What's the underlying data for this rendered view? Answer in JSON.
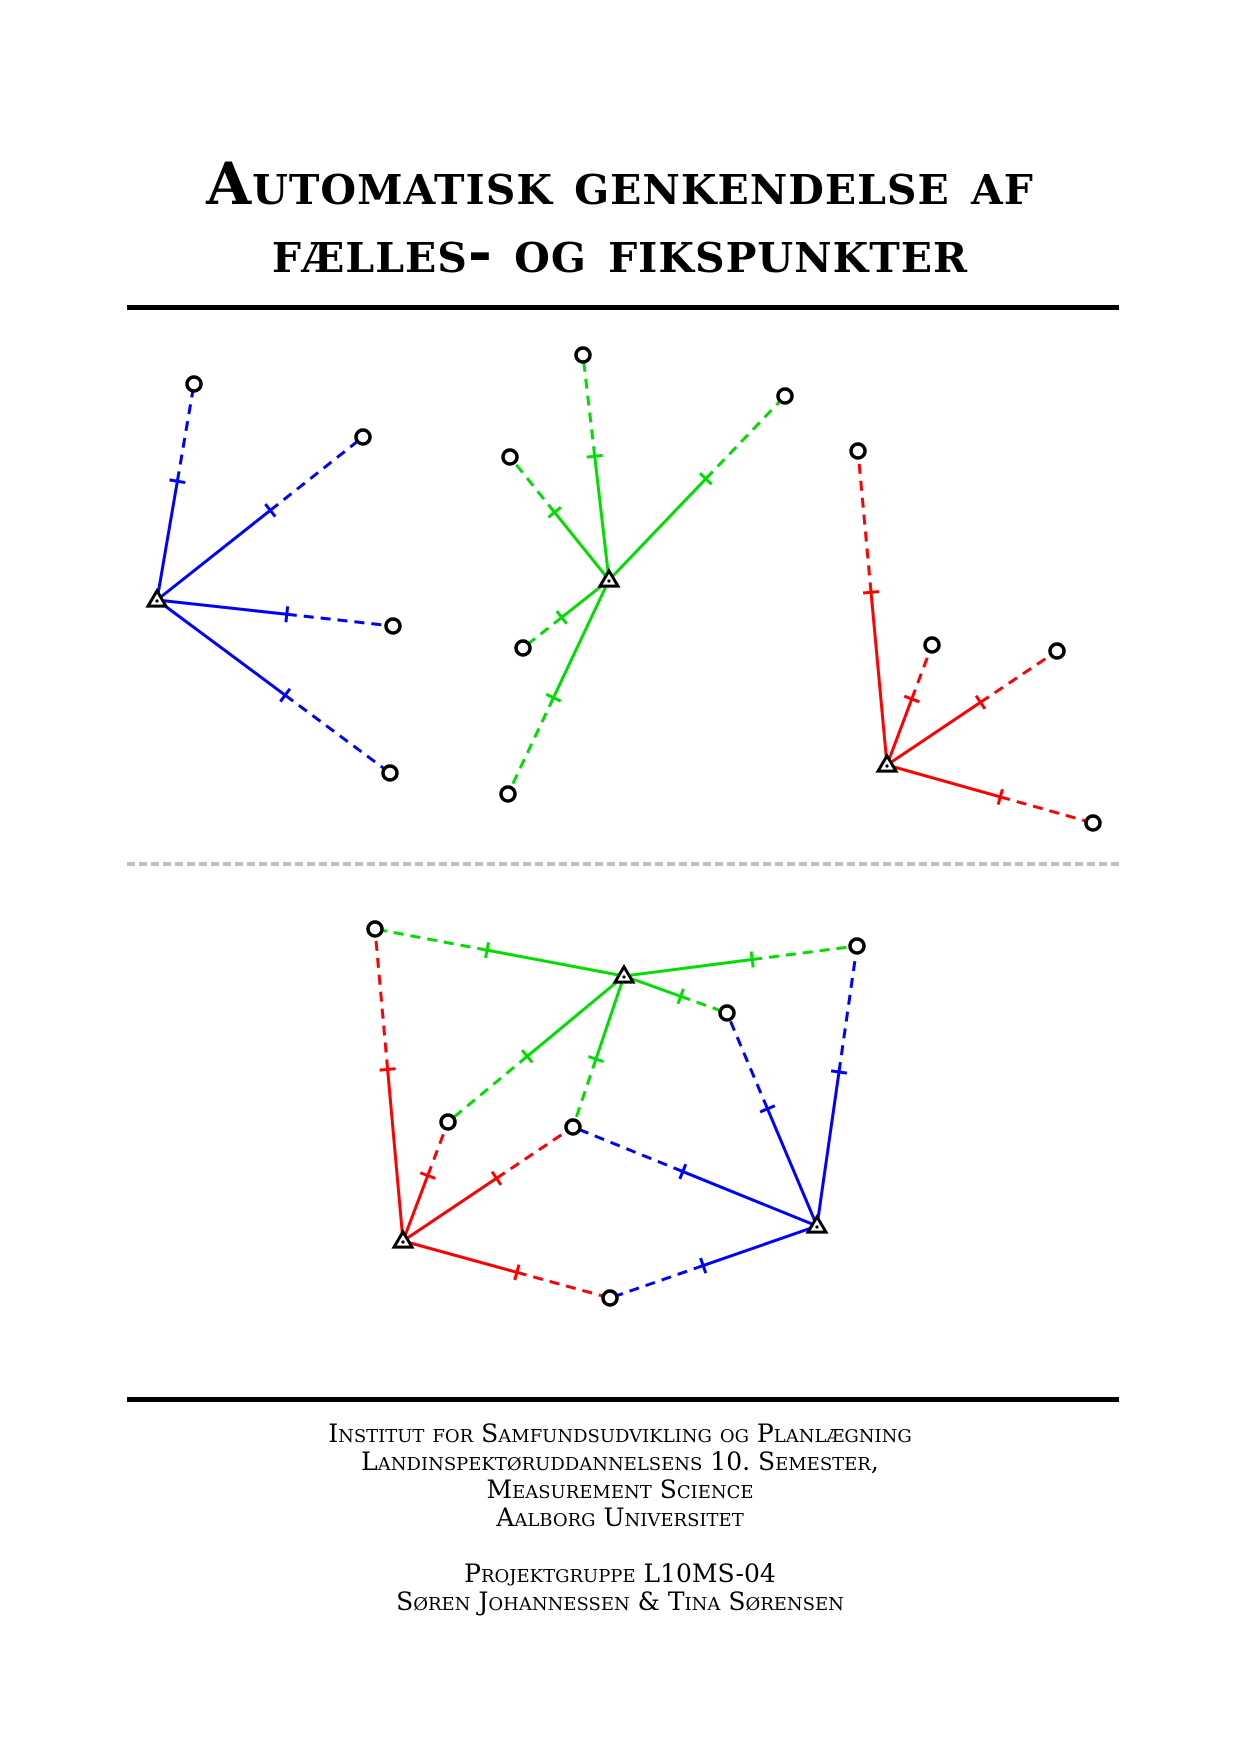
{
  "document": {
    "title_lines": [
      "Automatisk genkendelse af",
      "fælles- og fikspunkter"
    ],
    "footer": {
      "institute": "Institut for Samfundsudvikling og Planlægning",
      "program": "Landinspektøruddannelsens 10. Semester,",
      "specialization": "Measurement Science",
      "university": "Aalborg Universitet",
      "group": "Projektgruppe L10MS-04",
      "authors": "Søren Johannessen & Tina Sørensen"
    }
  },
  "figure": {
    "colors": {
      "blue": "#0000ff",
      "green": "#00dd00",
      "red": "#ff0000",
      "marker": "#000000",
      "divider": "#c0c0c0"
    },
    "symbols": {
      "station": "triangle-station-icon",
      "point": "circle-point-icon"
    }
  }
}
